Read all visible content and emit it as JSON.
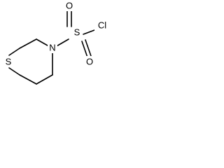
{
  "molecule": {
    "atoms": {
      "sulfur_ring": "S",
      "nitrogen": "N",
      "sulfur_sulfonyl": "S",
      "oxygen_top": "O",
      "oxygen_bottom": "O",
      "chlorine": "Cl"
    },
    "colors": {
      "bond": "#000000",
      "text": "#000000",
      "background": "#ffffff"
    }
  }
}
